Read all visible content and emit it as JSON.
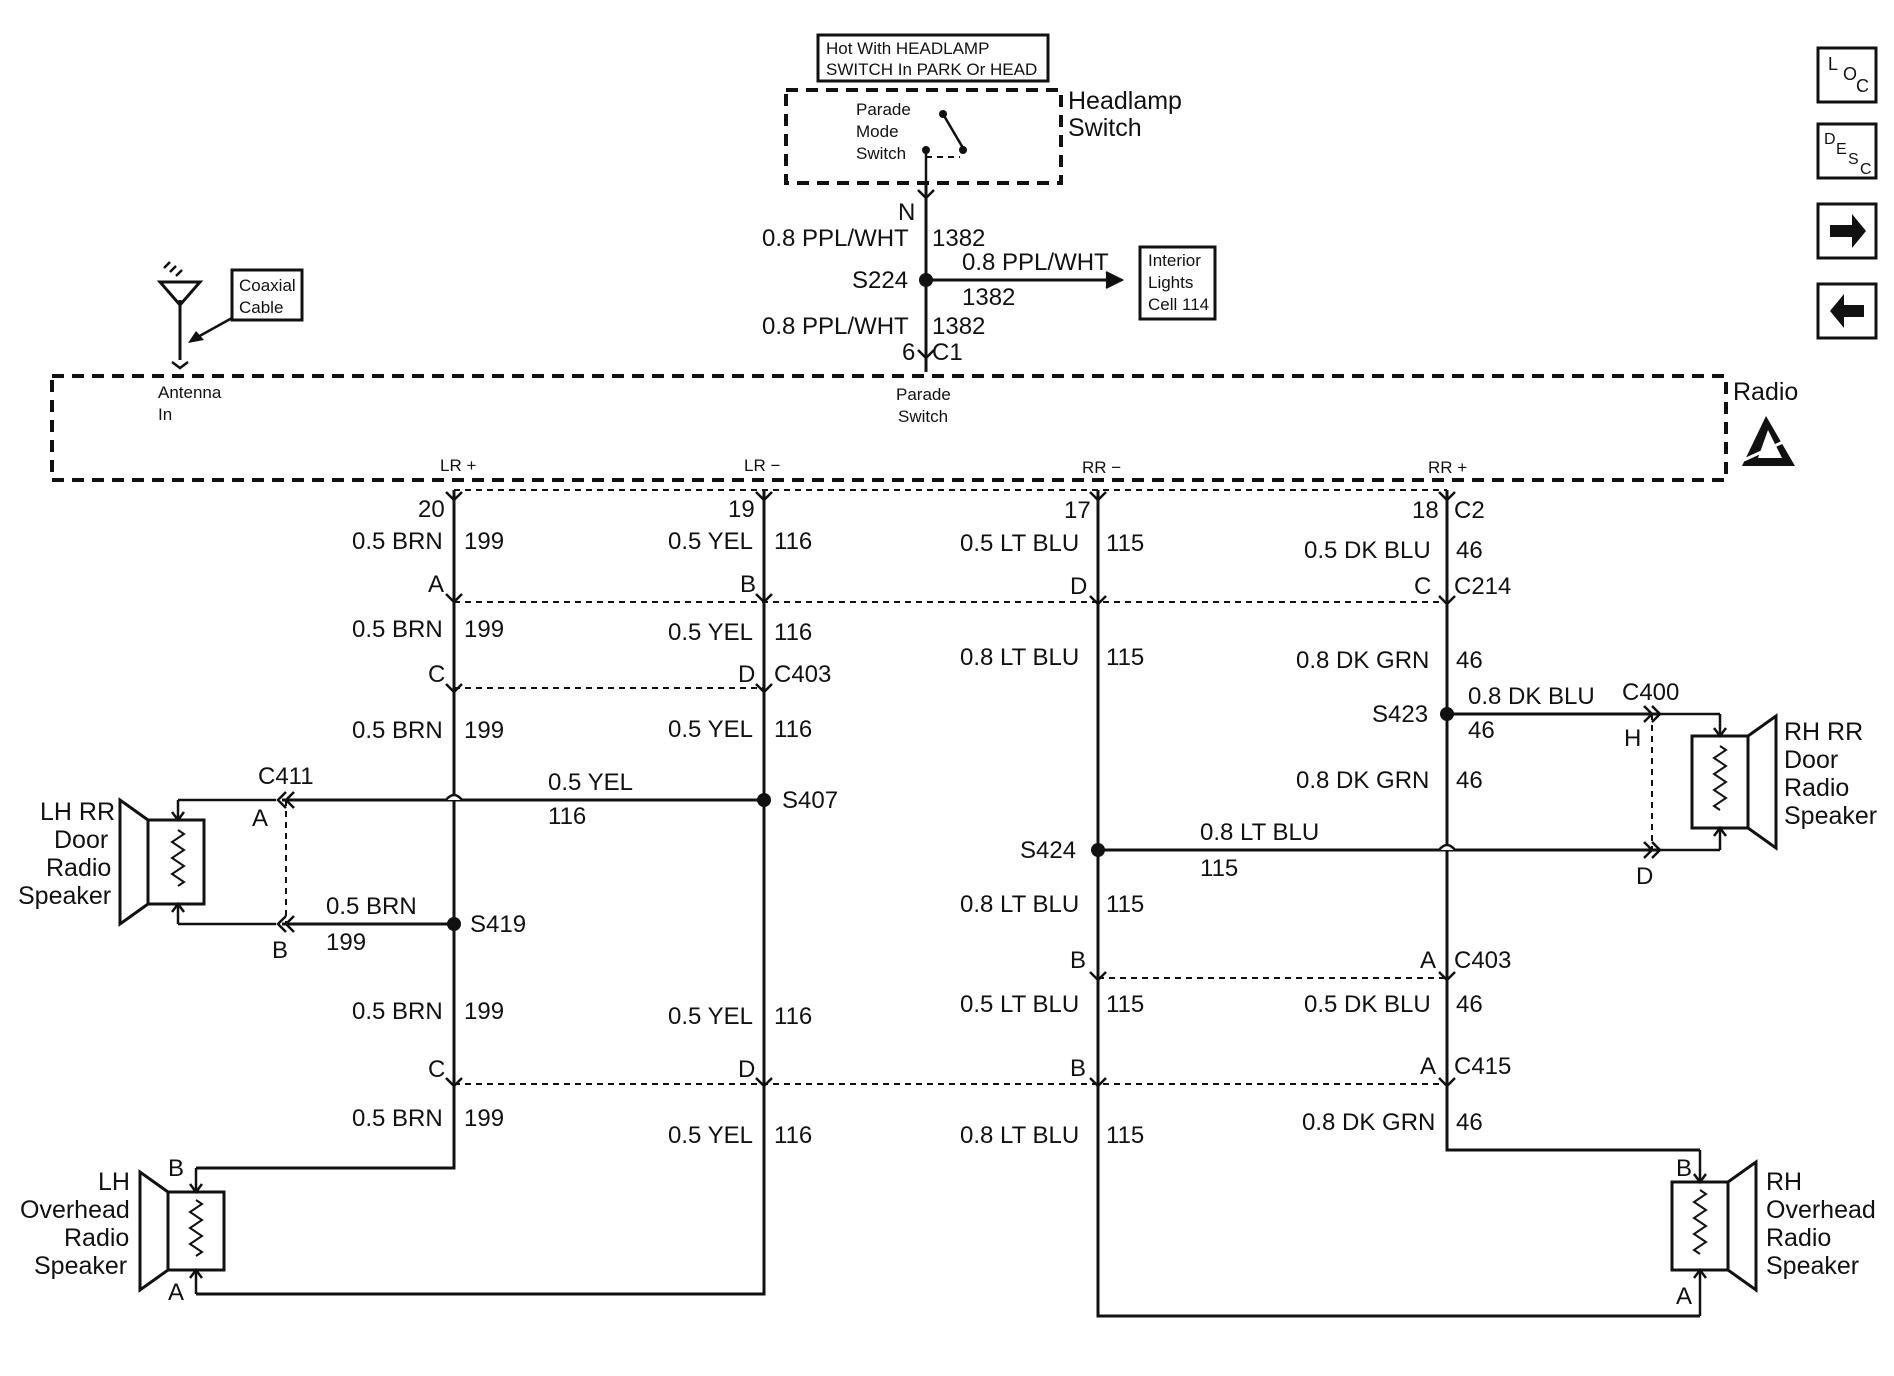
{
  "header": {
    "hot_box": [
      "Hot With HEADLAMP",
      "SWITCH In PARK Or HEAD"
    ],
    "headlamp_switch": [
      "Headlamp",
      "Switch"
    ],
    "parade_mode": [
      "Parade",
      "Mode",
      "Switch"
    ]
  },
  "feed": {
    "connector_pin": "N",
    "wire_top": "0.8 PPL/WHT",
    "circuit_top": "1382",
    "splice": "S224",
    "branch_wire": "0.8 PPL/WHT",
    "branch_circuit": "1382",
    "interior_box": [
      "Interior",
      "Lights",
      "Cell 114"
    ],
    "wire_bottom": "0.8 PPL/WHT",
    "circuit_bottom": "1382",
    "radio_pin": "6",
    "radio_conn": "C1"
  },
  "antenna": {
    "coax": [
      "Coaxial",
      "Cable"
    ],
    "label": [
      "Antenna",
      "In"
    ]
  },
  "radio": {
    "label": "Radio",
    "parade": [
      "Parade",
      "Switch"
    ],
    "terminals": [
      "LR +",
      "LR −",
      "RR −",
      "RR +"
    ],
    "pins": [
      "20",
      "19",
      "17",
      "18"
    ],
    "c2": "C2"
  },
  "lr_plus": {
    "w1": "0.5 BRN",
    "c1": "199",
    "pinA": "A",
    "w2": "0.5 BRN",
    "c2": "199",
    "pinC": "C",
    "w3": "0.5 BRN",
    "c3": "199",
    "w4": "0.5 BRN",
    "c4": "199",
    "pinC2": "C",
    "w5": "0.5 BRN",
    "c5": "199",
    "splice": "S419"
  },
  "lr_minus": {
    "w1": "0.5 YEL",
    "c1": "116",
    "pinB": "B",
    "w2": "0.5 YEL",
    "c2": "116",
    "pinD": "D",
    "c403": "C403",
    "w3": "0.5 YEL",
    "c3": "116",
    "w4": "0.5 YEL",
    "c4": "116",
    "pinD2": "D",
    "w5": "0.5 YEL",
    "c5": "116",
    "splice": "S407"
  },
  "lh_door": {
    "conn": "C411",
    "pinA": "A",
    "pinB": "B",
    "yel": "0.5 YEL",
    "yel_c": "116",
    "brn": "0.5 BRN",
    "brn_c": "199",
    "label": [
      "LH RR",
      "Door",
      "Radio",
      "Speaker"
    ]
  },
  "rr_minus": {
    "w1": "0.5 LT BLU",
    "c1": "115",
    "pinD": "D",
    "w2": "0.8 LT BLU",
    "c2": "115",
    "splice": "S424",
    "w3": "0.8 LT BLU",
    "c3": "115",
    "pinB": "B",
    "w4": "0.5 LT BLU",
    "c4": "115",
    "pinB2": "B",
    "w5": "0.8 LT BLU",
    "c5": "115"
  },
  "rr_plus": {
    "w1": "0.5 DK BLU",
    "c1": "46",
    "pinC": "C",
    "c214": "C214",
    "w2": "0.8 DK GRN",
    "c2": "46",
    "splice": "S423",
    "w3": "0.8 DK GRN",
    "c3": "46",
    "pinA": "A",
    "c403": "C403",
    "w4": "0.5 DK BLU",
    "c4": "46",
    "pinA2": "A",
    "c415": "C415",
    "w5": "0.8 DK GRN",
    "c5": "46"
  },
  "rh_door": {
    "blu": "0.8 DK BLU",
    "blu_c": "46",
    "conn": "C400",
    "pinH": "H",
    "lt": "0.8 LT BLU",
    "lt_c": "115",
    "pinD": "D",
    "label": [
      "RH RR",
      "Door",
      "Radio",
      "Speaker"
    ]
  },
  "lh_overhead": {
    "pinB": "B",
    "pinA": "A",
    "label": [
      "LH",
      "Overhead",
      "Radio",
      "Speaker"
    ]
  },
  "rh_overhead": {
    "pinB": "B",
    "pinA": "A",
    "label": [
      "RH",
      "Overhead",
      "Radio",
      "Speaker"
    ]
  },
  "nav": {
    "loc": [
      "L",
      "O",
      "C"
    ],
    "desc": [
      "D",
      "E",
      "S",
      "C"
    ],
    "forward_icon": "arrow-right-icon",
    "back_icon": "arrow-left-icon"
  }
}
